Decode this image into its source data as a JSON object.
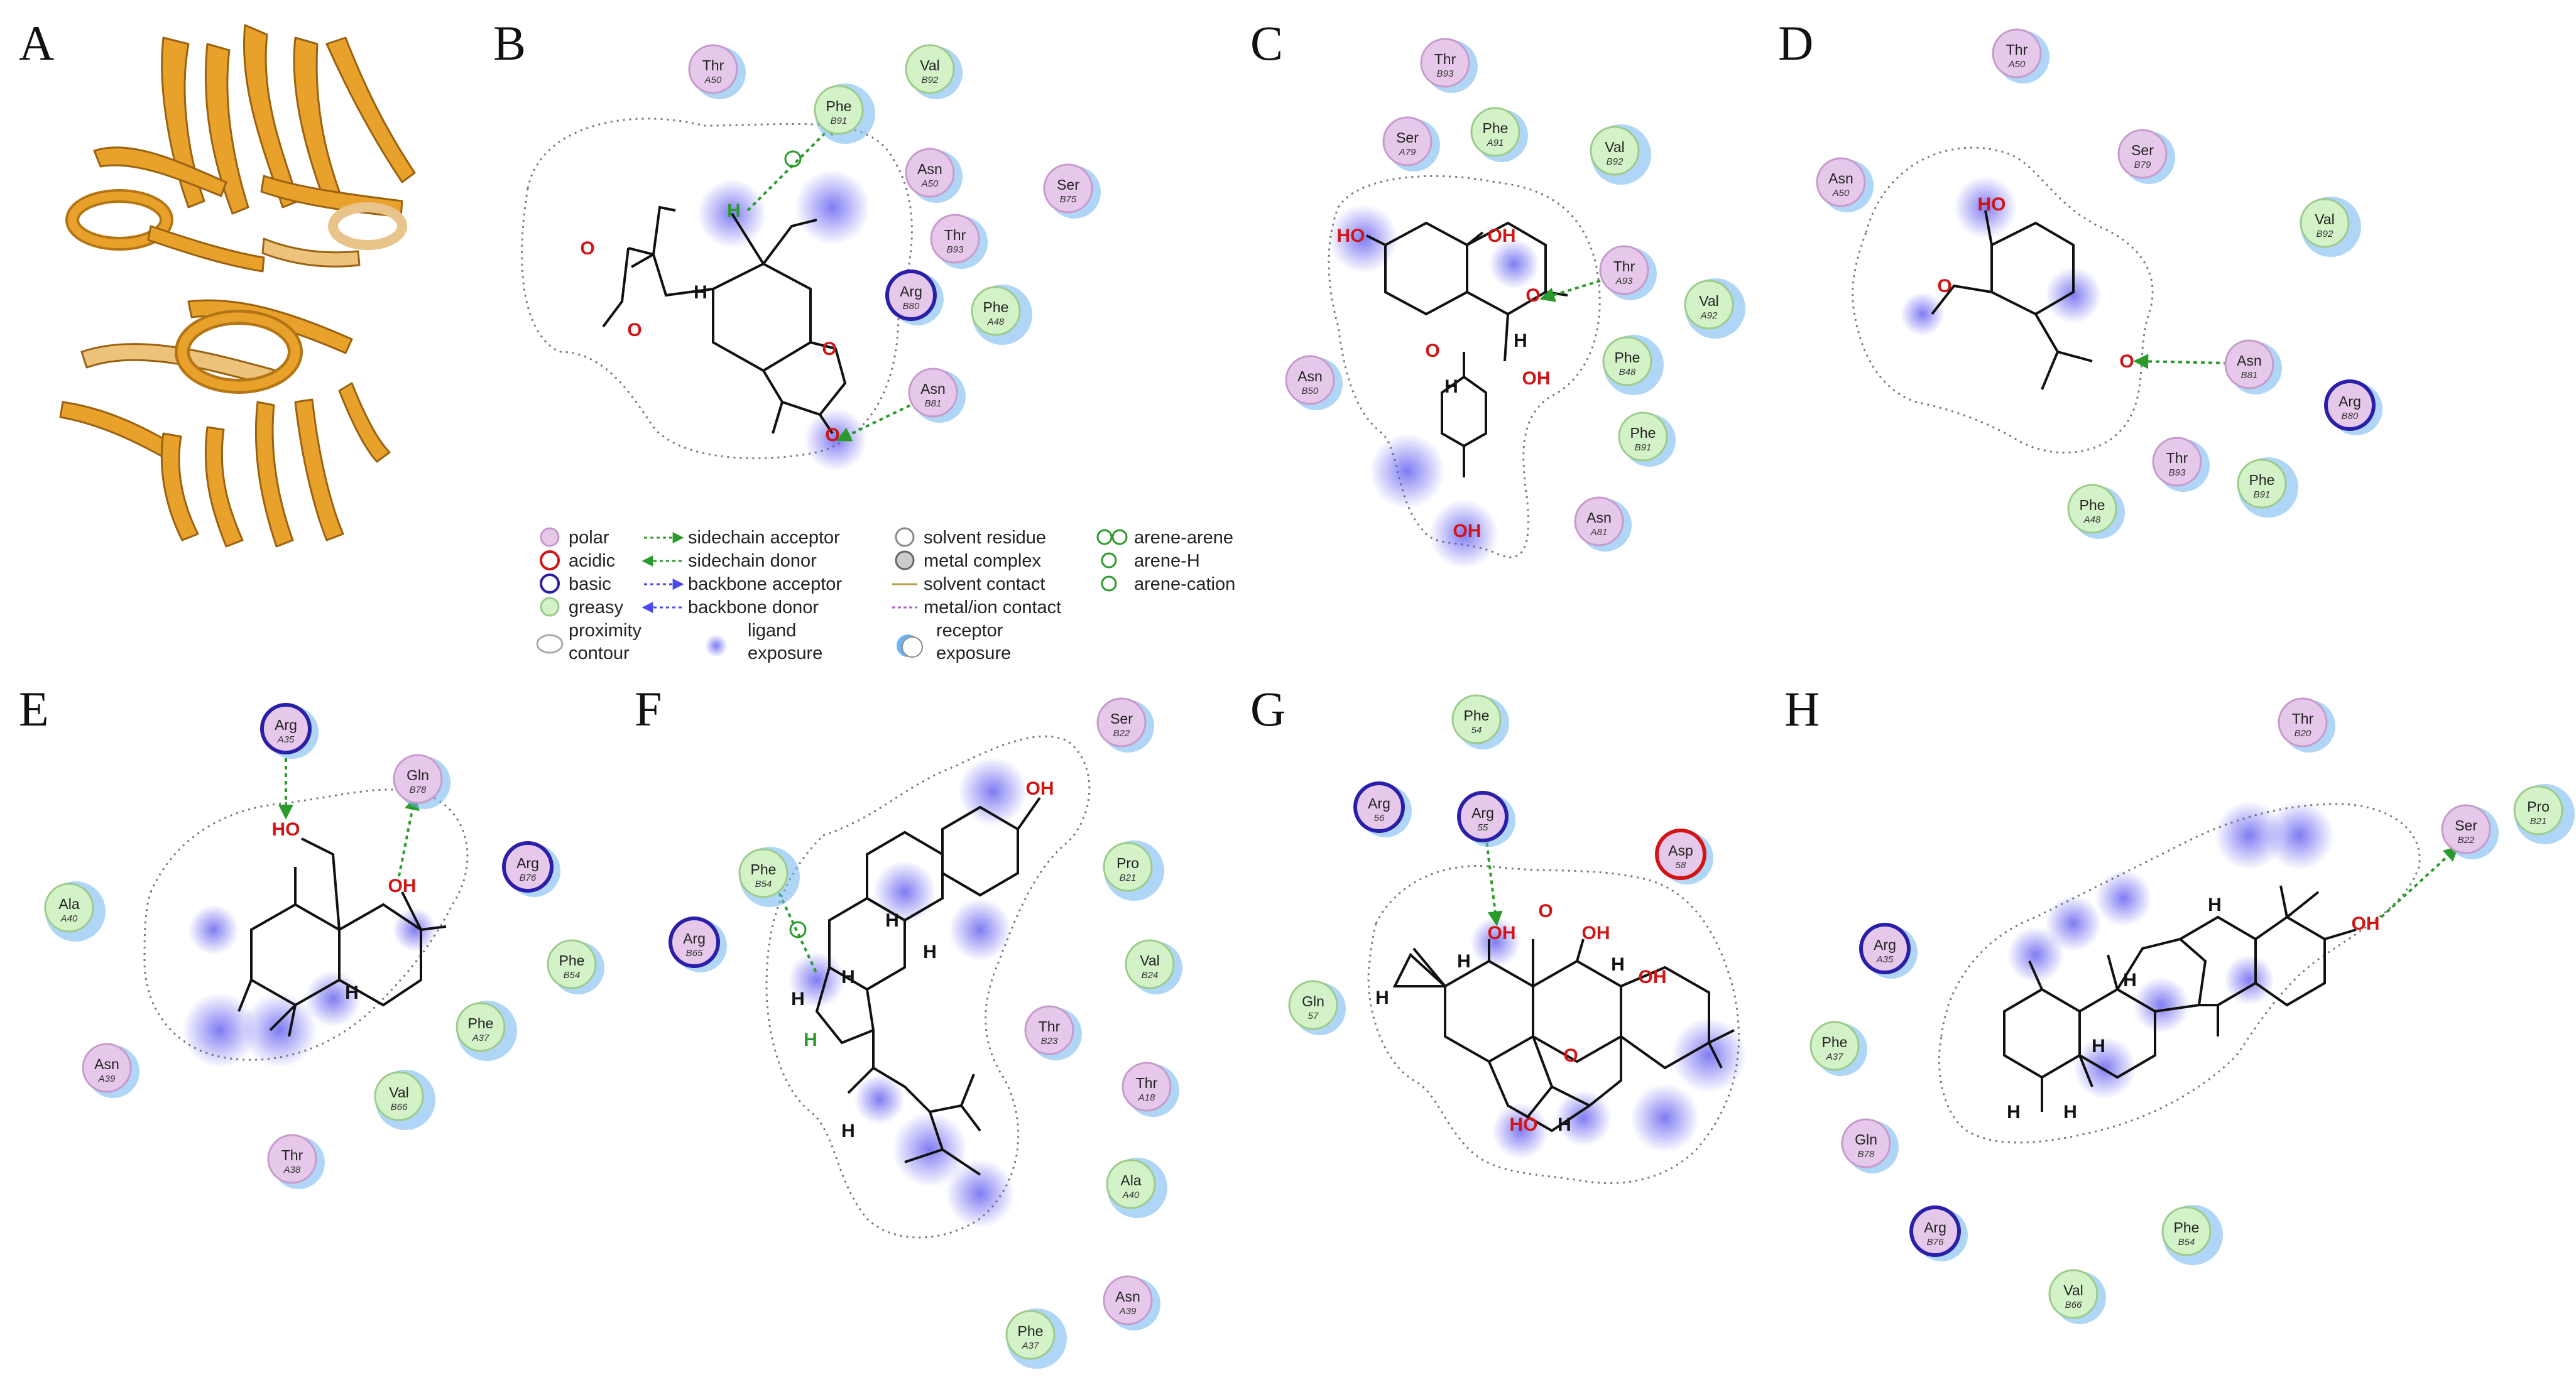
{
  "panels": [
    "A",
    "B",
    "C",
    "D",
    "E",
    "F",
    "G",
    "H"
  ],
  "colors": {
    "protein_ribbon": "#E8A12A",
    "polar_fill": "#E6C8EA",
    "polar_stroke": "#C79ACB",
    "greasy_fill": "#D4F2C8",
    "greasy_stroke": "#9CCB8A",
    "basic_stroke": "#2A1FA8",
    "acidic_stroke": "#D21414",
    "ligand_exposure": "#6A66F0",
    "receptor_exposure": "#6EB4EE",
    "hbond": "#2A9A2A",
    "oxygen": "#D21414"
  },
  "residues": {
    "B": [
      {
        "name": "Thr",
        "num": "A50",
        "type": "polar"
      },
      {
        "name": "Phe",
        "num": "B91",
        "type": "greasy"
      },
      {
        "name": "Val",
        "num": "B92",
        "type": "greasy"
      },
      {
        "name": "Asn",
        "num": "A50",
        "type": "polar"
      },
      {
        "name": "Ser",
        "num": "B75",
        "type": "polar"
      },
      {
        "name": "Thr",
        "num": "B93",
        "type": "polar"
      },
      {
        "name": "Arg",
        "num": "B80",
        "type": "basic"
      },
      {
        "name": "Phe",
        "num": "A48",
        "type": "greasy"
      },
      {
        "name": "Asn",
        "num": "B81",
        "type": "polar"
      }
    ],
    "C": [
      {
        "name": "Thr",
        "num": "B93",
        "type": "polar"
      },
      {
        "name": "Ser",
        "num": "A79",
        "type": "polar"
      },
      {
        "name": "Phe",
        "num": "A91",
        "type": "greasy"
      },
      {
        "name": "Val",
        "num": "B92",
        "type": "greasy"
      },
      {
        "name": "Thr",
        "num": "A93",
        "type": "polar"
      },
      {
        "name": "Val",
        "num": "A92",
        "type": "greasy"
      },
      {
        "name": "Asn",
        "num": "B50",
        "type": "polar"
      },
      {
        "name": "Phe",
        "num": "B48",
        "type": "greasy"
      },
      {
        "name": "Phe",
        "num": "B91",
        "type": "greasy"
      },
      {
        "name": "Asn",
        "num": "A81",
        "type": "polar"
      }
    ],
    "D": [
      {
        "name": "Thr",
        "num": "A50",
        "type": "polar"
      },
      {
        "name": "Asn",
        "num": "A50",
        "type": "polar"
      },
      {
        "name": "Ser",
        "num": "B79",
        "type": "polar"
      },
      {
        "name": "Val",
        "num": "B92",
        "type": "greasy"
      },
      {
        "name": "Asn",
        "num": "B81",
        "type": "polar"
      },
      {
        "name": "Arg",
        "num": "B80",
        "type": "basic"
      },
      {
        "name": "Thr",
        "num": "B93",
        "type": "polar"
      },
      {
        "name": "Phe",
        "num": "B91",
        "type": "greasy"
      },
      {
        "name": "Phe",
        "num": "A48",
        "type": "greasy"
      }
    ],
    "E": [
      {
        "name": "Arg",
        "num": "A35",
        "type": "basic"
      },
      {
        "name": "Gln",
        "num": "B78",
        "type": "polar"
      },
      {
        "name": "Arg",
        "num": "B76",
        "type": "basic"
      },
      {
        "name": "Ala",
        "num": "A40",
        "type": "greasy"
      },
      {
        "name": "Phe",
        "num": "B54",
        "type": "greasy"
      },
      {
        "name": "Phe",
        "num": "A37",
        "type": "greasy"
      },
      {
        "name": "Asn",
        "num": "A39",
        "type": "polar"
      },
      {
        "name": "Val",
        "num": "B66",
        "type": "greasy"
      },
      {
        "name": "Thr",
        "num": "A38",
        "type": "polar"
      }
    ],
    "F": [
      {
        "name": "Ser",
        "num": "B22",
        "type": "polar"
      },
      {
        "name": "Phe",
        "num": "B54",
        "type": "greasy"
      },
      {
        "name": "Arg",
        "num": "B65",
        "type": "basic"
      },
      {
        "name": "Pro",
        "num": "B21",
        "type": "greasy"
      },
      {
        "name": "Val",
        "num": "B24",
        "type": "greasy"
      },
      {
        "name": "Thr",
        "num": "B23",
        "type": "polar"
      },
      {
        "name": "Thr",
        "num": "A18",
        "type": "polar"
      },
      {
        "name": "Ala",
        "num": "A40",
        "type": "greasy"
      },
      {
        "name": "Asn",
        "num": "A39",
        "type": "polar"
      },
      {
        "name": "Phe",
        "num": "A37",
        "type": "greasy"
      }
    ],
    "G": [
      {
        "name": "Phe",
        "num": "54",
        "type": "greasy"
      },
      {
        "name": "Arg",
        "num": "56",
        "type": "basic"
      },
      {
        "name": "Arg",
        "num": "55",
        "type": "basic"
      },
      {
        "name": "Asp",
        "num": "58",
        "type": "acidic"
      },
      {
        "name": "Gln",
        "num": "57",
        "type": "greasy"
      }
    ],
    "H": [
      {
        "name": "Thr",
        "num": "B20",
        "type": "polar"
      },
      {
        "name": "Pro",
        "num": "B21",
        "type": "greasy"
      },
      {
        "name": "Ser",
        "num": "B22",
        "type": "polar"
      },
      {
        "name": "Arg",
        "num": "A35",
        "type": "basic"
      },
      {
        "name": "Phe",
        "num": "A37",
        "type": "greasy"
      },
      {
        "name": "Gln",
        "num": "B78",
        "type": "polar"
      },
      {
        "name": "Arg",
        "num": "B76",
        "type": "basic"
      },
      {
        "name": "Phe",
        "num": "B54",
        "type": "greasy"
      },
      {
        "name": "Val",
        "num": "B66",
        "type": "greasy"
      }
    ]
  },
  "atoms": {
    "B": [
      "H",
      "H",
      "O",
      "O",
      "O",
      "O"
    ],
    "C": [
      "HO",
      "OH",
      "O",
      "O",
      "H",
      "OH",
      "H",
      "OH"
    ],
    "D": [
      "HO",
      "O",
      "O"
    ],
    "E": [
      "HO",
      "OH",
      "H"
    ],
    "F": [
      "OH",
      "H",
      "H",
      "H",
      "H",
      "H",
      "H"
    ],
    "G": [
      "OH",
      "O",
      "OH",
      "OH",
      "H",
      "H",
      "H",
      "O",
      "HO",
      "H"
    ],
    "H": [
      "OH",
      "H",
      "H",
      "H",
      "H",
      "H"
    ]
  },
  "legend": {
    "residue_types": [
      "polar",
      "acidic",
      "basic",
      "greasy",
      "proximity contour"
    ],
    "interactions": [
      "sidechain acceptor",
      "sidechain donor",
      "backbone acceptor",
      "backbone donor",
      "ligand exposure"
    ],
    "misc": [
      "solvent residue",
      "metal complex",
      "solvent contact",
      "metal/ion contact",
      "receptor exposure"
    ],
    "arene": [
      "arene-arene",
      "arene-H",
      "arene-cation"
    ]
  }
}
